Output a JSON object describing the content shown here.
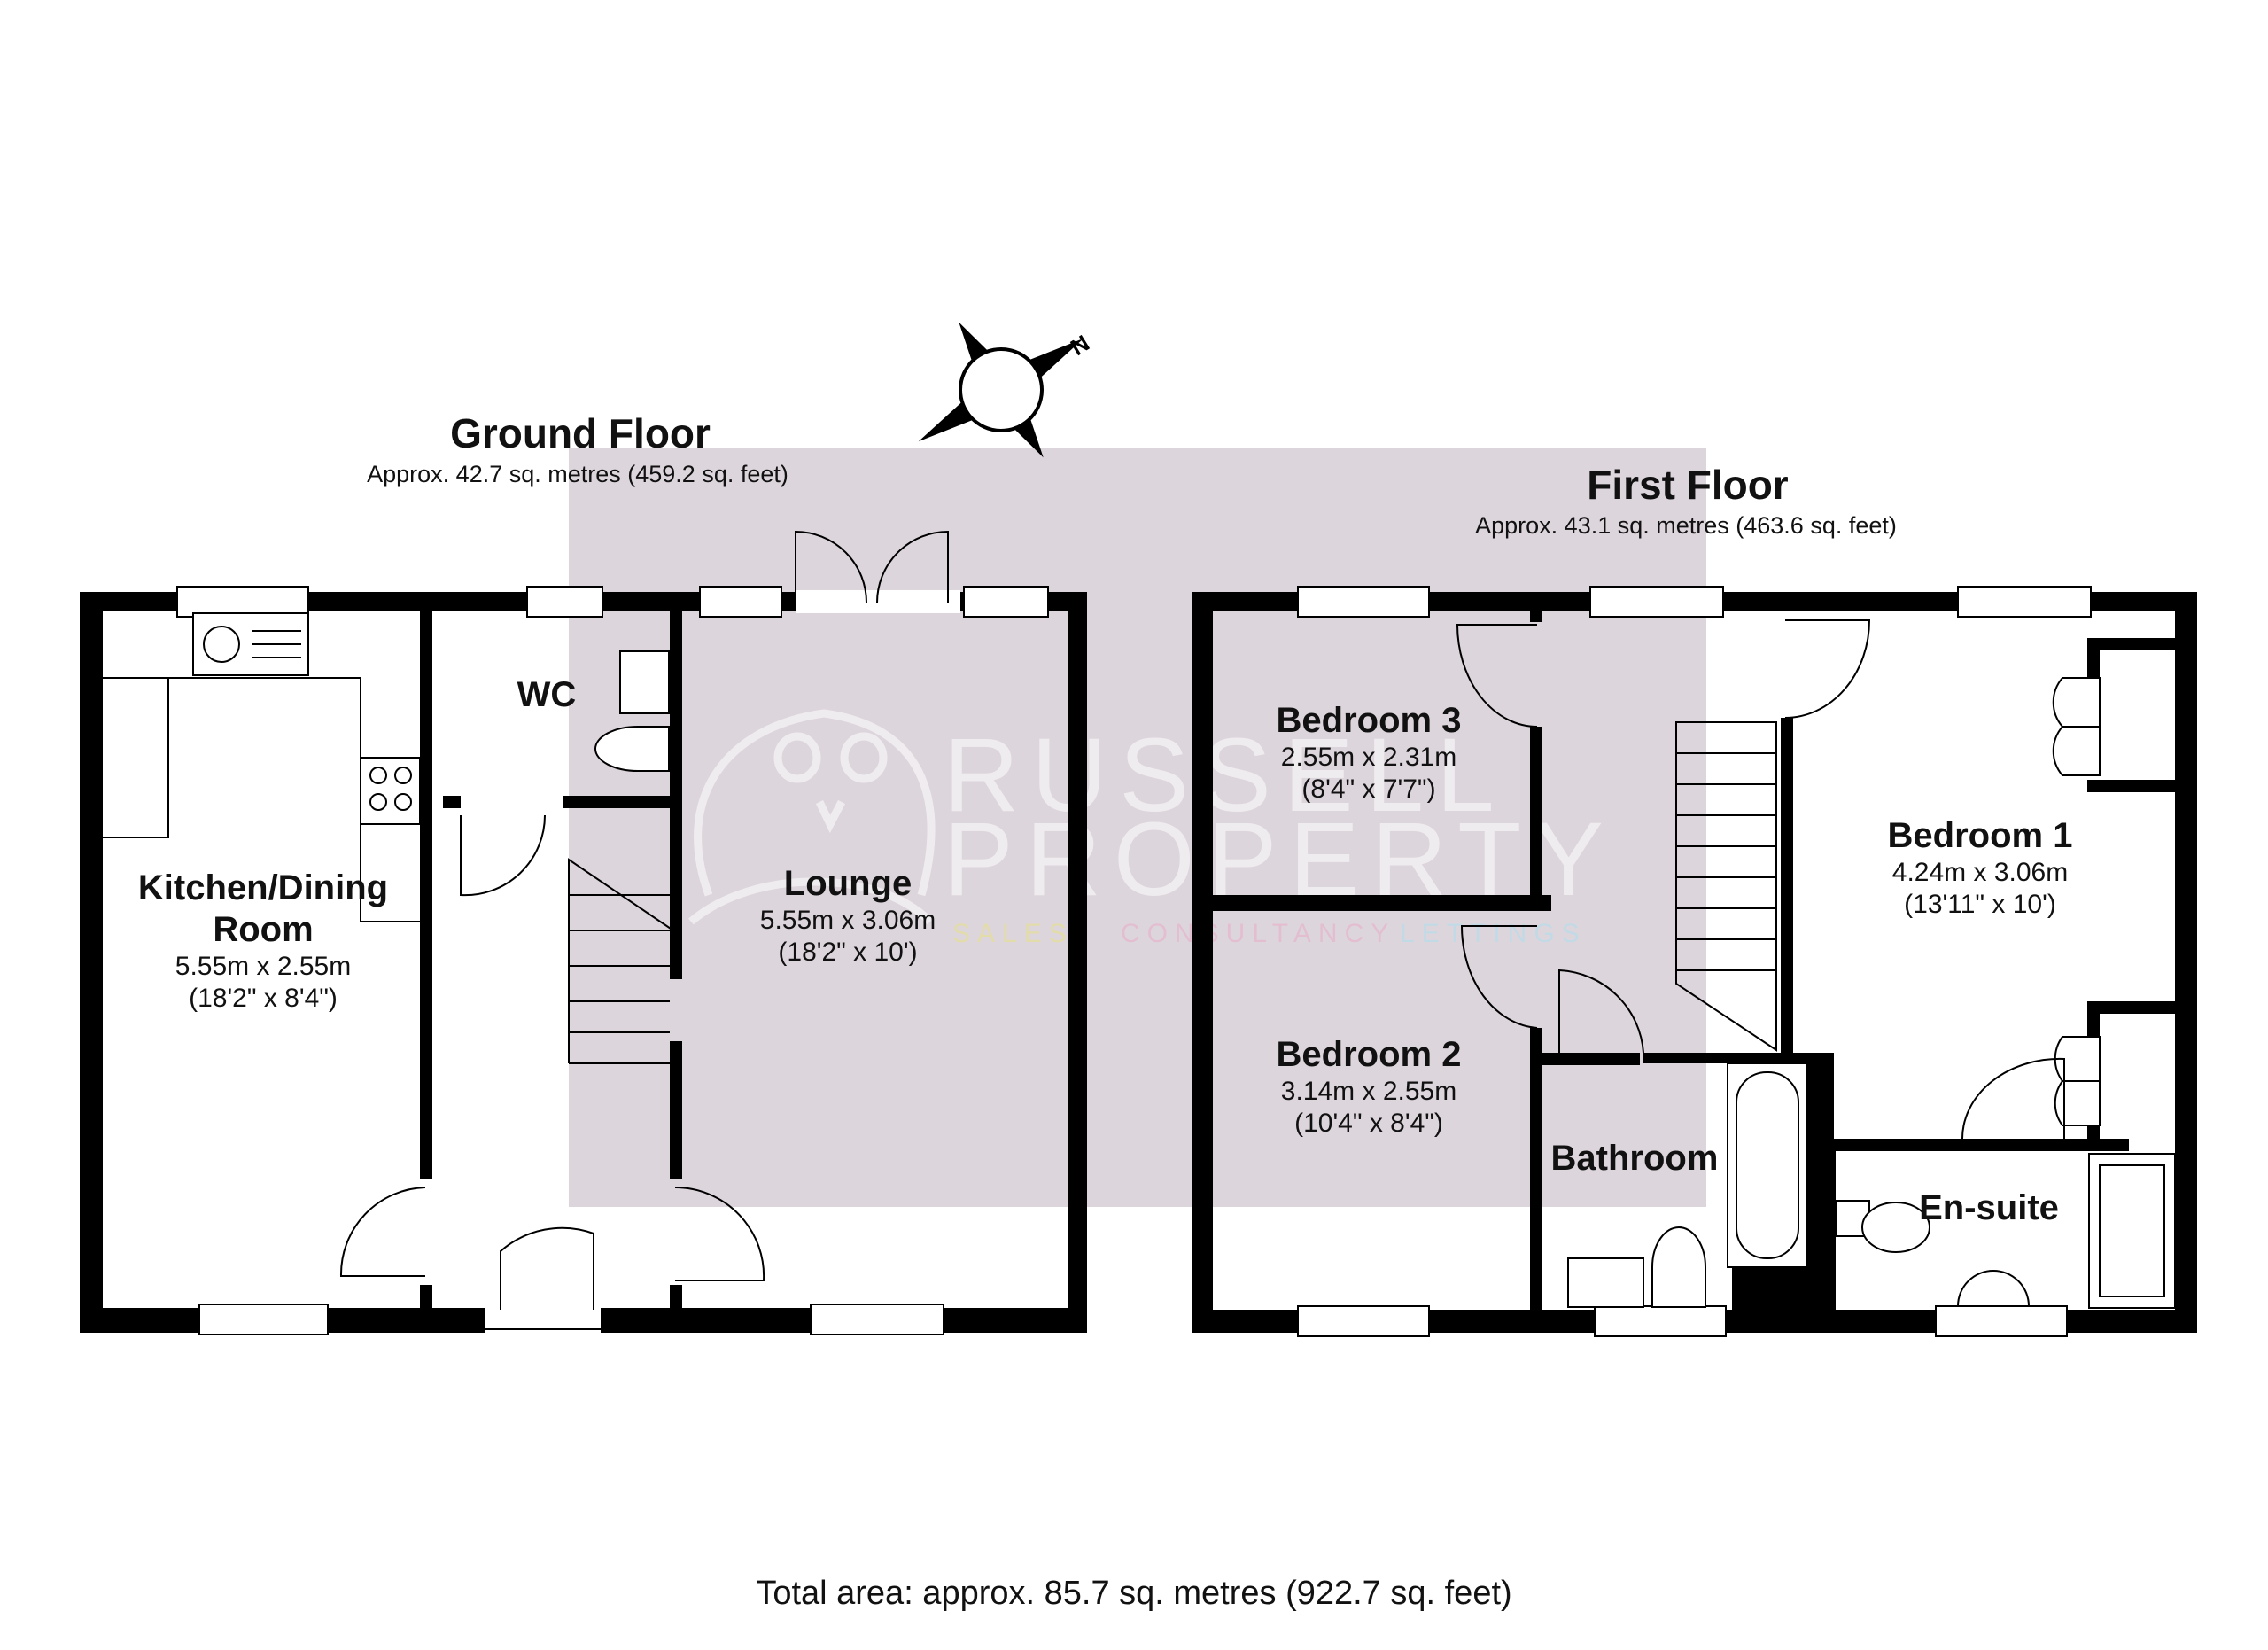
{
  "ground_floor": {
    "title": "Ground Floor",
    "area": "Approx. 42.7 sq. metres (459.2 sq. feet)",
    "rooms": {
      "kitchen": {
        "name_line1": "Kitchen/Dining",
        "name_line2": "Room",
        "metric": "5.55m x 2.55m",
        "imperial": "(18'2\" x 8'4\")"
      },
      "wc": {
        "name": "WC"
      },
      "lounge": {
        "name": "Lounge",
        "metric": "5.55m x 3.06m",
        "imperial": "(18'2\" x 10')"
      }
    }
  },
  "first_floor": {
    "title": "First Floor",
    "area": "Approx. 43.1 sq. metres (463.6 sq. feet)",
    "rooms": {
      "bedroom3": {
        "name": "Bedroom 3",
        "metric": "2.55m x 2.31m",
        "imperial": "(8'4\" x 7'7\")"
      },
      "bedroom2": {
        "name": "Bedroom 2",
        "metric": "3.14m x 2.55m",
        "imperial": "(10'4\" x 8'4\")"
      },
      "bedroom1": {
        "name": "Bedroom 1",
        "metric": "4.24m x 3.06m",
        "imperial": "(13'11\" x 10')"
      },
      "bathroom": {
        "name": "Bathroom"
      },
      "ensuite": {
        "name": "En-suite"
      }
    }
  },
  "compass": {
    "label": "N"
  },
  "watermark": {
    "line1": "RUSSELL",
    "line2": "PROPERTY",
    "tagline_sales": "SALES",
    "tagline_consultancy": "CONSULTANCY",
    "tagline_lettings": "LETTINGS",
    "colors": {
      "box": "#ddd5dc",
      "sales": "#e8e27a",
      "consultancy": "#e9a9c8",
      "lettings": "#a9dff0"
    }
  },
  "total_area": "Total area: approx. 85.7 sq. metres (922.7 sq. feet)"
}
